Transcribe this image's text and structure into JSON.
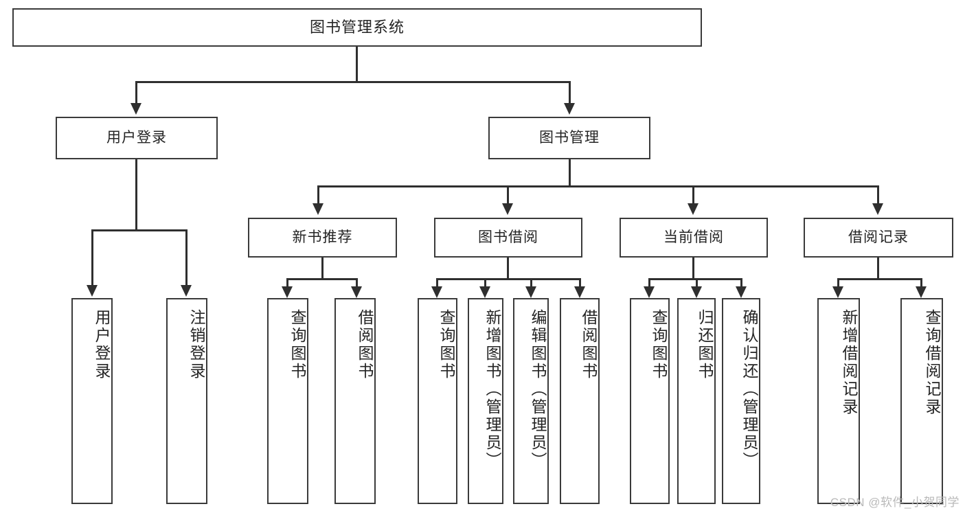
{
  "diagram": {
    "title": "图书管理系统",
    "watermark": "CSDN @软件_小贺同学",
    "accent_color": "#2f2f2f",
    "box_border_color": "#3a3a3a",
    "background_color": "#ffffff",
    "levels": {
      "root": "图书管理系统",
      "level2": [
        "用户登录",
        "图书管理"
      ],
      "level3": [
        "新书推荐",
        "图书借阅",
        "当前借阅",
        "借阅记录"
      ],
      "level4": [
        "用户登录",
        "注销登录",
        "查询图书",
        "借阅图书",
        "查询图书",
        "新增图书（管理员）",
        "编辑图书（管理员）",
        "借阅图书",
        "查询图书",
        "归还图书",
        "确认归还（管理员）",
        "新增借阅记录",
        "查询借阅记录"
      ]
    },
    "nodes": {
      "root": {
        "label": "图书管理系统"
      },
      "user_login": {
        "label": "用户登录"
      },
      "book_manage": {
        "label": "图书管理"
      },
      "new_book_rec": {
        "label": "新书推荐"
      },
      "book_borrow": {
        "label": "图书借阅"
      },
      "current_borrow": {
        "label": "当前借阅"
      },
      "borrow_record": {
        "label": "借阅记录"
      },
      "leaf_user_login": {
        "label": "用户登录"
      },
      "leaf_logout": {
        "label": "注销登录"
      },
      "leaf_query_book_1": {
        "label": "查询图书"
      },
      "leaf_borrow_book_1": {
        "label": "借阅图书"
      },
      "leaf_query_book_2": {
        "label": "查询图书"
      },
      "leaf_add_book": {
        "label": "新增图书（管理员）"
      },
      "leaf_edit_book": {
        "label": "编辑图书（管理员）"
      },
      "leaf_borrow_book_2": {
        "label": "借阅图书"
      },
      "leaf_query_book_3": {
        "label": "查询图书"
      },
      "leaf_return_book": {
        "label": "归还图书"
      },
      "leaf_confirm_return": {
        "label": "确认归还（管理员）"
      },
      "leaf_add_record": {
        "label": "新增借阅记录"
      },
      "leaf_query_record": {
        "label": "查询借阅记录"
      }
    }
  }
}
